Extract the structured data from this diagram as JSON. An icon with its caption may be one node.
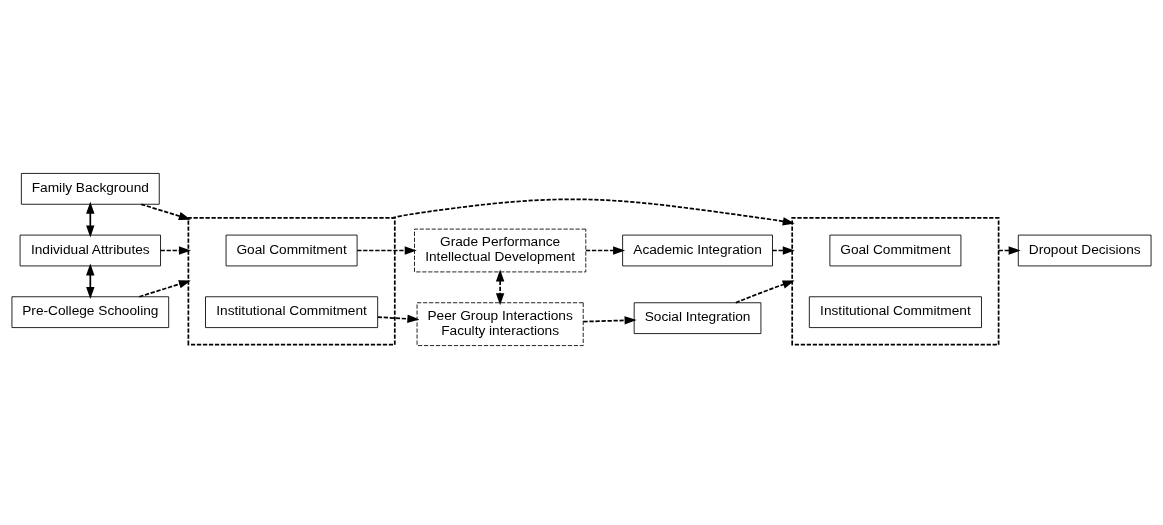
{
  "diagram": {
    "nodes": [
      {
        "text": [
          "Family Background"
        ]
      },
      {
        "text": [
          "Individual Attributes"
        ]
      },
      {
        "text": [
          "Pre-College Schooling"
        ]
      },
      {
        "text": [],
        "shape": "box"
      },
      {
        "text": [
          "Goal Commitment"
        ],
        "in": 3
      },
      {
        "text": [
          "Institutional Commitment"
        ],
        "in": 3
      },
      {
        "text": [
          "Grade Performance",
          "Intellectual Development"
        ]
      },
      {
        "text": [
          "Peer Group Interactions",
          "Faculty interactions"
        ]
      },
      {
        "text": [
          "Academic Integration"
        ]
      },
      {
        "text": [
          "Social Integration"
        ]
      },
      {
        "text": [],
        "shape": "box"
      },
      {
        "text": [
          "Goal Commitment"
        ],
        "in": 10
      },
      {
        "text": [
          "Institutional Commitment"
        ],
        "in": 10
      },
      {
        "text": [
          "Dropout Decisions"
        ]
      }
    ],
    "edges": [
      {
        "from": 0,
        "to": 1,
        "arrow": "both"
      },
      {
        "from": 1,
        "to": 2,
        "arrow": "both"
      },
      {
        "from": 0,
        "to": 3,
        "arrow": "to",
        "style": "dashed"
      },
      {
        "from": 1,
        "to": 3,
        "arrow": "to",
        "style": "dashed"
      },
      {
        "from": 2,
        "to": 3,
        "arrow": "to",
        "style": "dashed"
      },
      {
        "from": 4,
        "to": 6,
        "arrow": "to",
        "style": "dashed"
      },
      {
        "from": 5,
        "to": 7,
        "arrow": "to",
        "style": "dashed"
      },
      {
        "from": 6,
        "to": 7,
        "arrow": "both",
        "style": "dashed"
      },
      {
        "from": 6,
        "to": 8,
        "arrow": "to",
        "style": "dashed"
      },
      {
        "from": 7,
        "to": 9,
        "arrow": "to",
        "style": "dashed"
      },
      {
        "from": 3,
        "to": 10,
        "arrow": "to",
        "style": "dashed"
      },
      {
        "from": 8,
        "to": 10,
        "arrow": "to",
        "style": "dashed"
      },
      {
        "from": 9,
        "to": 10,
        "arrow": "to",
        "style": "dashed"
      },
      {
        "from": 10,
        "to": 13,
        "arrow": "to",
        "style": "dashed"
      }
    ]
  }
}
